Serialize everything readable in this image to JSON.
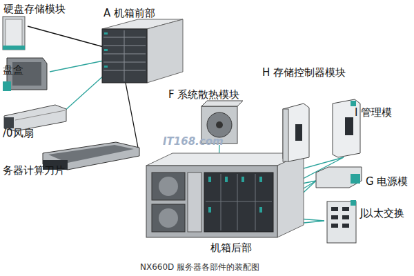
{
  "diagram": {
    "caption": "NX660D 服务器各部件的装配图",
    "labels": [
      "硬盘存储模块",
      "A 机箱前部",
      "盘盒",
      "/0风扇",
      "务器计算刀片",
      "F 系统散热模块",
      "H 存储控制器模块",
      "I 管理模",
      "G 电源模",
      "J以太交换",
      "机箱后部",
      "IT168.com"
    ]
  }
}
